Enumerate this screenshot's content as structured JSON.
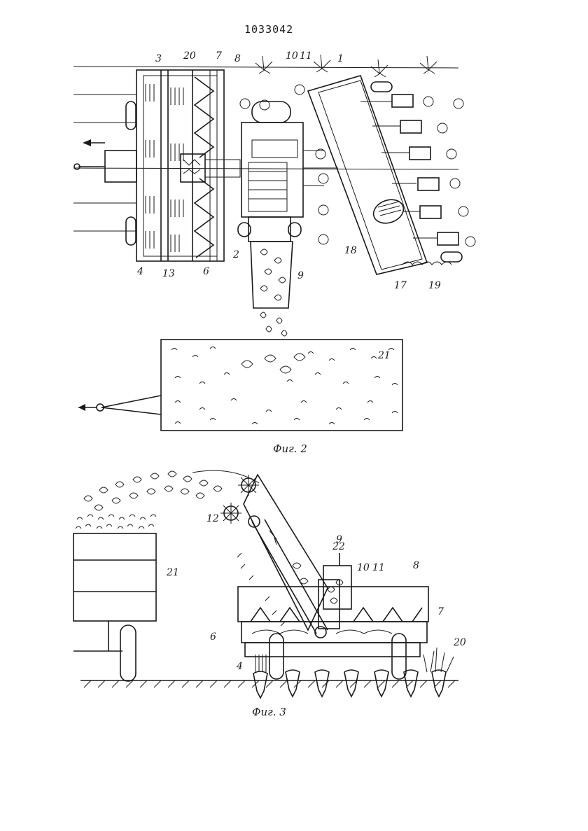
{
  "document": {
    "number": "1033042"
  },
  "figure2": {
    "caption": "Фиг. 2",
    "labels": [
      "3",
      "20",
      "7",
      "8",
      "10",
      "11",
      "1",
      "13",
      "6",
      "4",
      "2",
      "9",
      "18",
      "17",
      "19",
      "21"
    ]
  },
  "figure3": {
    "caption": "Фиг. 3",
    "labels": [
      "12",
      "9",
      "22",
      "10",
      "11",
      "8",
      "7",
      "20",
      "6",
      "4",
      "21"
    ]
  }
}
